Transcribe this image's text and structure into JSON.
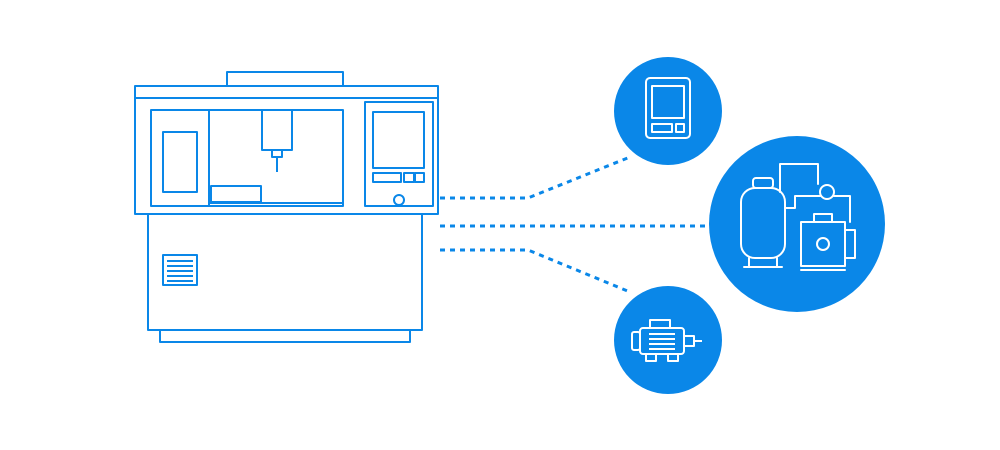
{
  "colors": {
    "accent": "#0a87e8",
    "background": "#ffffff",
    "icon_stroke": "#ffffff"
  },
  "diagram": {
    "source": {
      "icon": "cnc-machine-icon"
    },
    "connections": [
      {
        "to": "tablet-node",
        "style": "dotted"
      },
      {
        "to": "pump-system-node",
        "style": "dotted"
      },
      {
        "to": "motor-node",
        "style": "dotted"
      }
    ],
    "nodes": [
      {
        "id": "tablet-node",
        "icon": "tablet-icon"
      },
      {
        "id": "pump-system-node",
        "icon": "tank-pump-icon"
      },
      {
        "id": "motor-node",
        "icon": "electric-motor-icon"
      }
    ]
  }
}
